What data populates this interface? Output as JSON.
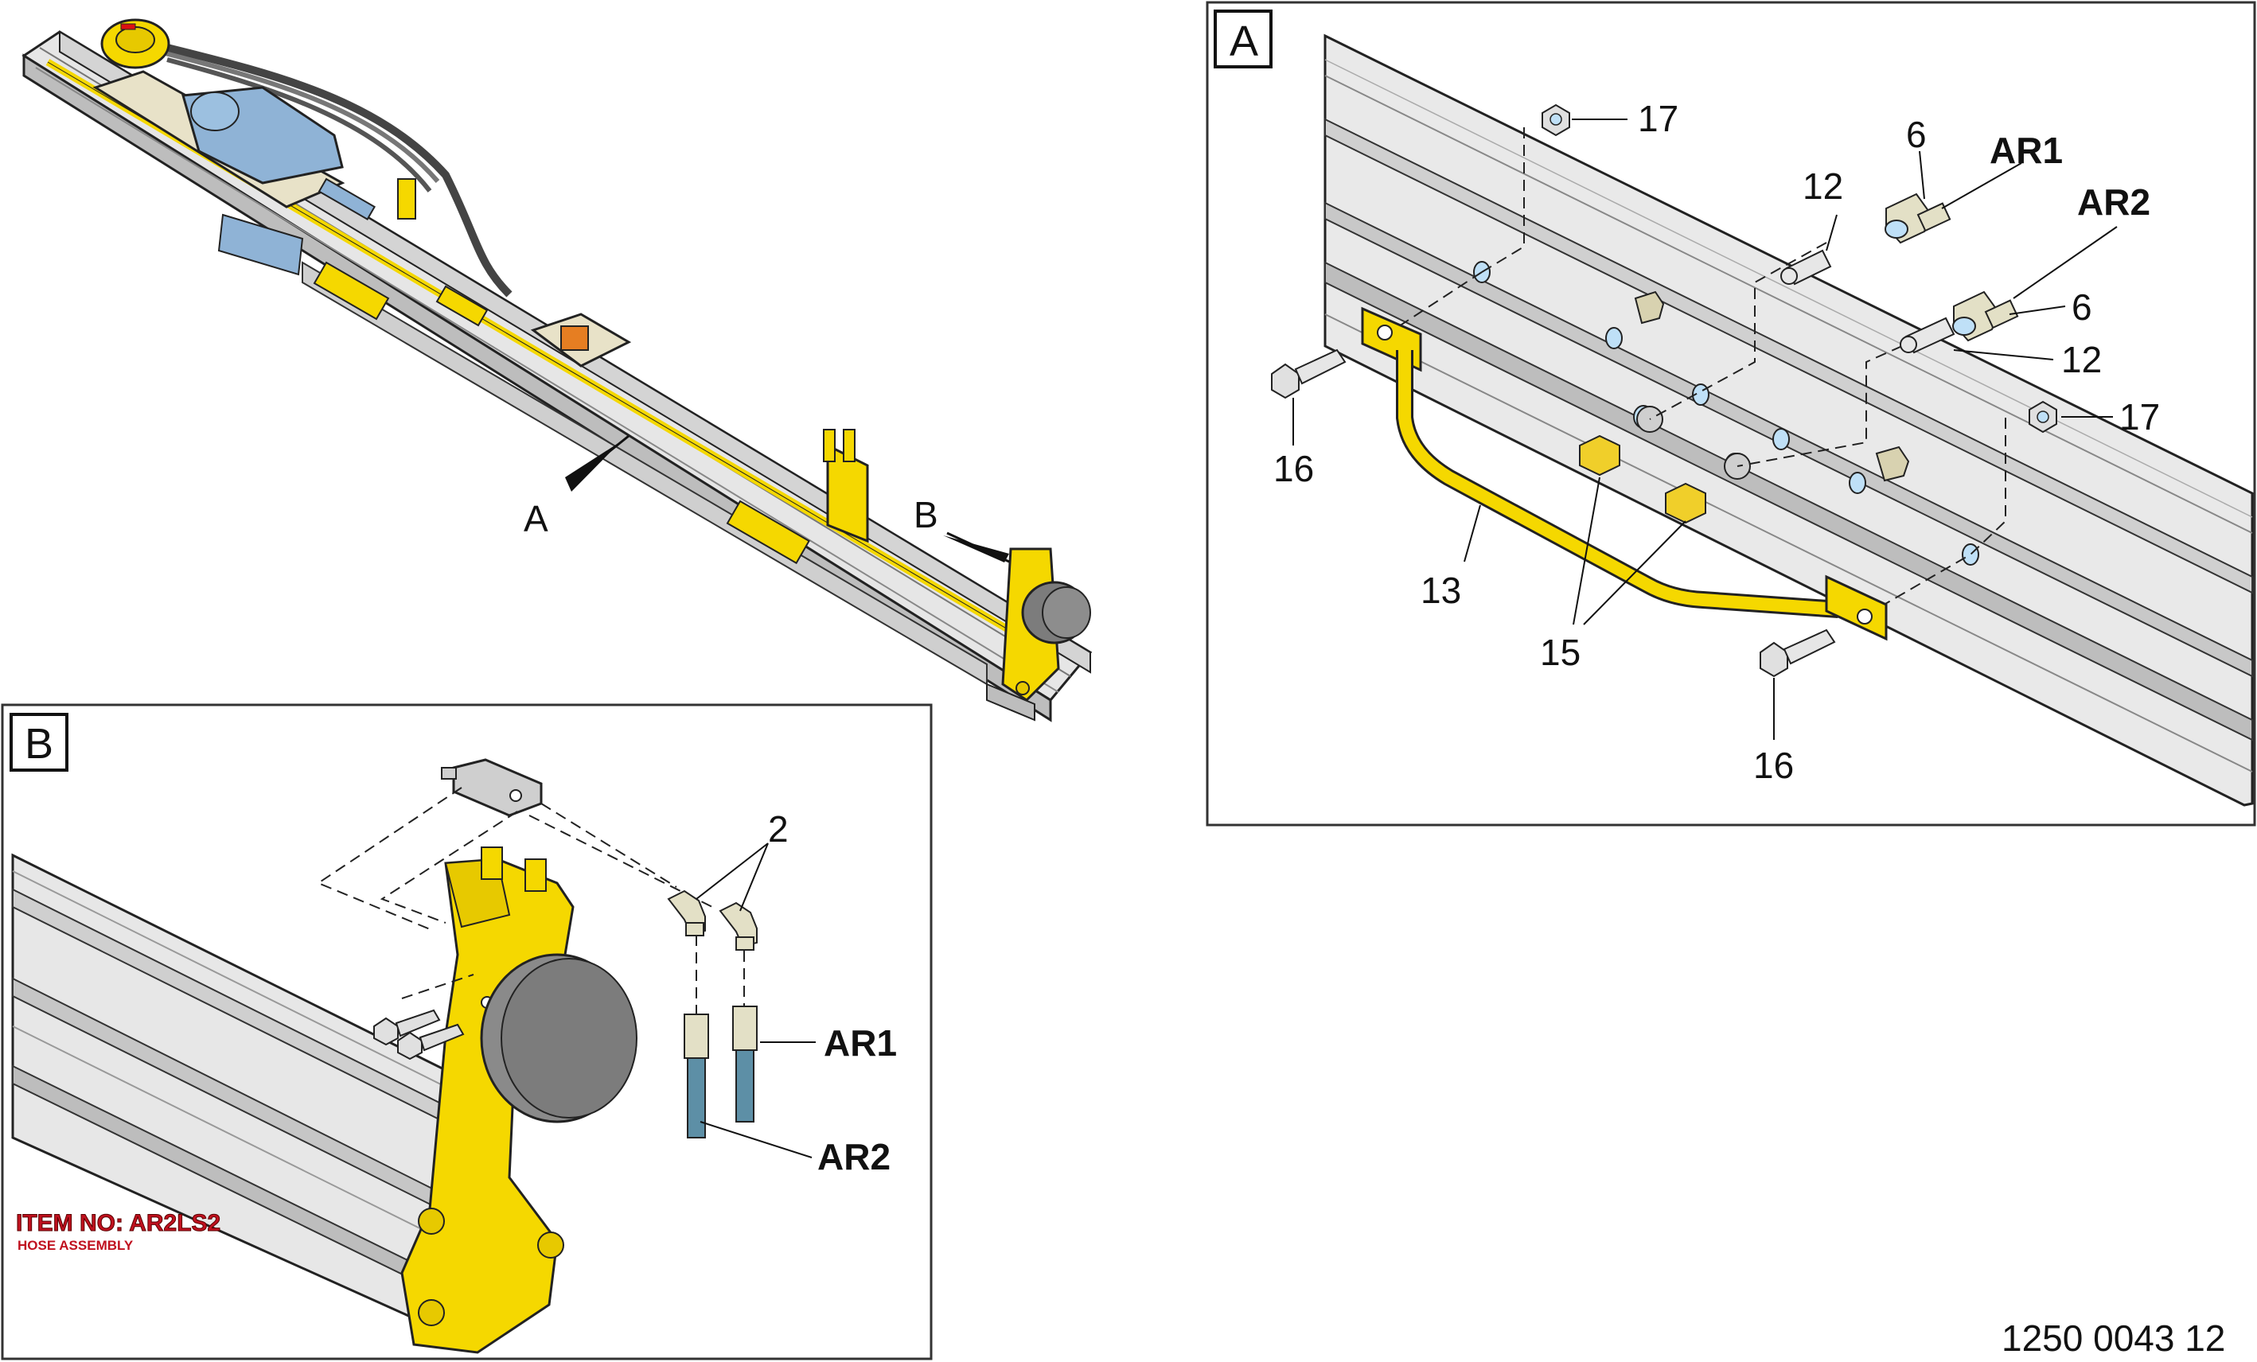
{
  "overview": {
    "label_a": "A",
    "label_b": "B"
  },
  "panel_a": {
    "title": "A",
    "callouts": {
      "c17_top": "17",
      "c6_top": "6",
      "ar1": "AR1",
      "c12_top": "12",
      "ar2": "AR2",
      "c6_mid": "6",
      "c12_mid": "12",
      "c17_right": "17",
      "c16_left": "16",
      "c13": "13",
      "c15": "15",
      "c16_bottom": "16"
    }
  },
  "panel_b": {
    "title": "B",
    "callouts": {
      "c2": "2",
      "ar1": "AR1",
      "ar2": "AR2"
    },
    "item_no": "ITEM NO: AR2LS2",
    "item_desc": "HOSE ASSEMBLY"
  },
  "document_number": "1250 0043 12",
  "colors": {
    "yellow": "#f5d800",
    "rail_light": "#eaeaea",
    "rail_mid": "#cfcfcf",
    "rail_dark": "#9a9a9a",
    "motor_blue": "#8fb3d6",
    "hole_blue": "#bfe0f7",
    "cap_grey": "#7c7c7c",
    "item_red": "#c0111f"
  }
}
